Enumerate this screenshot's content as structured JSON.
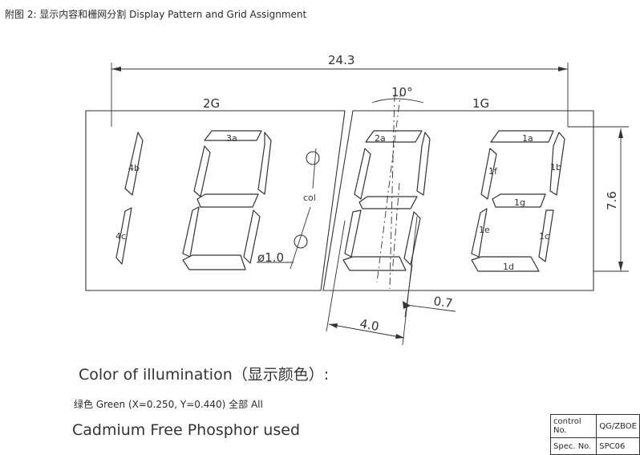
{
  "caption": "附图 2: 显示内容和栅网分割 Display Pattern and Grid Assignment",
  "dimensions": {
    "overall_width": "24.3",
    "height": "7.6",
    "angle": "10°",
    "pitch": "4.0",
    "seg_width": "0.7",
    "colon_dot": "ø1.0"
  },
  "grids": {
    "g2": "2G",
    "g1": "1G"
  },
  "segment_labels": {
    "d4b": "4b",
    "d4c": "4c",
    "d3a": "3a",
    "col": "col",
    "d2a": "2a",
    "d1a": "1a",
    "d1f": "1f",
    "d1b": "1b",
    "d1g": "1g",
    "d1e": "1e",
    "d1c": "1c",
    "d1d": "1d"
  },
  "illumination": {
    "title": "Color of illumination（显示颜色）:",
    "green_line": "绿色  Green (X=0.250, Y=0.440)  全部   All",
    "phosphor": "Cadmium Free Phosphor used"
  },
  "title_block": {
    "row1_label": "control No.",
    "row1_value": "QG/ZBOE",
    "row2_label": "Spec. No.",
    "row2_value": "SPC06"
  }
}
